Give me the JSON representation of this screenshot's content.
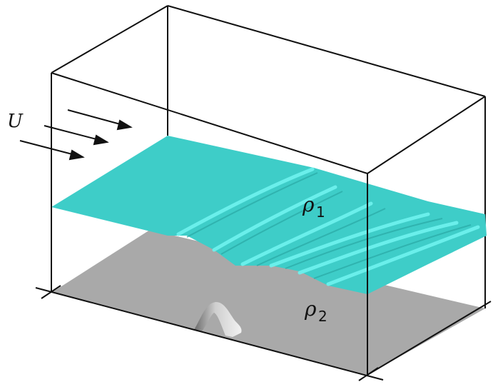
{
  "labels": {
    "velocity": "U",
    "upper_density": "ρ",
    "upper_density_sub": "1",
    "lower_density": "ρ",
    "lower_density_sub": "2"
  },
  "colors": {
    "interface": "#3ecdc8",
    "interface_highlight": "#6ff3ef",
    "floor": "#a9a9a9",
    "edges": "#111111"
  }
}
